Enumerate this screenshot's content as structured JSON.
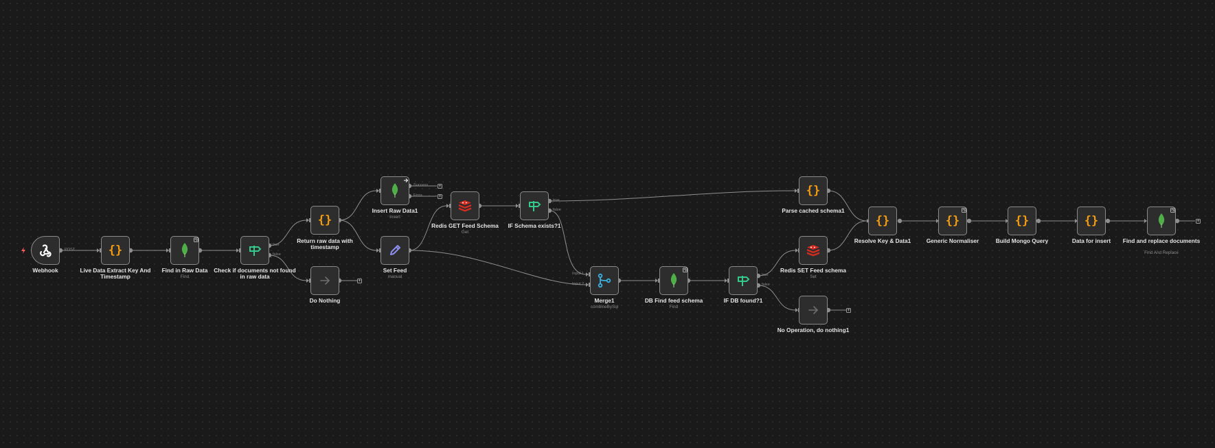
{
  "nodes": {
    "webhook": {
      "label": "Webhook",
      "out_label": "POST",
      "icon": "webhook-icon"
    },
    "live_data": {
      "label": "Live Data Extract Key And Timestamp",
      "icon": "code-braces-icon"
    },
    "find_raw": {
      "label": "Find in Raw Data",
      "subtitle": "Find",
      "icon": "mongodb-leaf-icon"
    },
    "check_docs": {
      "label": "Check if documents not found in raw data",
      "true_label": "true",
      "false_label": "false",
      "icon": "if-signpost-icon"
    },
    "return_raw": {
      "label": "Return raw data with timestamp",
      "icon": "code-braces-icon"
    },
    "do_nothing": {
      "label": "Do Nothing",
      "icon": "arrow-right-icon"
    },
    "insert_raw": {
      "label": "Insert Raw Data1",
      "subtitle": "Insert",
      "success_label": "Success",
      "error_label": "Error",
      "icon": "mongodb-leaf-icon"
    },
    "set_feed": {
      "label": "Set Feed",
      "subtitle": "manual",
      "icon": "pencil-icon"
    },
    "redis_get": {
      "label": "Redis GET Feed Schema",
      "subtitle": "Get",
      "icon": "redis-icon"
    },
    "if_schema": {
      "label": "IF Schema exists?1",
      "true_label": "true",
      "false_label": "false",
      "icon": "if-signpost-icon"
    },
    "merge": {
      "label": "Merge1",
      "subtitle": "combineBySql",
      "input1_label": "Input 1",
      "input2_label": "Input 2",
      "icon": "merge-icon"
    },
    "db_find": {
      "label": "DB Find feed schema",
      "subtitle": "Find",
      "icon": "mongodb-leaf-icon"
    },
    "if_db": {
      "label": "IF DB found?1",
      "true_label": "true",
      "false_label": "false",
      "icon": "if-signpost-icon"
    },
    "parse_cached": {
      "label": "Parse cached schema1",
      "icon": "code-braces-icon"
    },
    "redis_set": {
      "label": "Redis SET Feed schema",
      "subtitle": "Set",
      "icon": "redis-icon"
    },
    "no_op": {
      "label": "No Operation, do nothing1",
      "icon": "arrow-right-icon"
    },
    "resolve": {
      "label": "Resolve Key & Data1",
      "icon": "code-braces-icon"
    },
    "normaliser": {
      "label": "Generic Normaliser",
      "icon": "code-braces-icon"
    },
    "build_query": {
      "label": "Build Mongo Query",
      "icon": "code-braces-icon"
    },
    "data_insert": {
      "label": "Data for insert",
      "icon": "code-braces-icon"
    },
    "find_replace": {
      "label": "Find and replace documents",
      "subtitle": "Find And Replace",
      "icon": "mongodb-leaf-icon"
    }
  },
  "code_icon_text": "{}",
  "colors": {
    "canvas": "#1a1a1a",
    "node_bg": "#2d2d2d",
    "node_border": "#8b8b8b",
    "edge": "#8f8f8f",
    "code_orange": "#f39c12",
    "mongo_green": "#4fae47",
    "if_green": "#35c98b",
    "redis_red": "#d82c20",
    "merge_blue": "#3bb0e0",
    "set_purple": "#8d8ff0",
    "trigger_bolt": "#ff5c5c"
  }
}
